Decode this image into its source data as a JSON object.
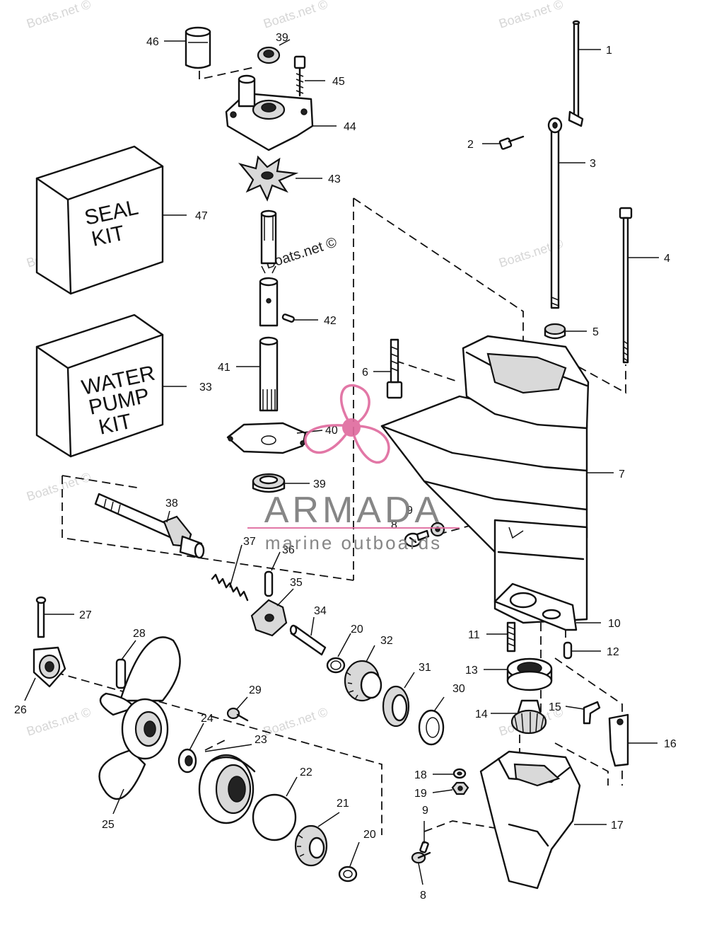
{
  "watermark_text": "Boats.net ©",
  "brand": {
    "name": "ARMADA",
    "tagline": "marine outboards",
    "logo_color": "#e06c9f",
    "text_color": "#7c7c7c"
  },
  "kits": {
    "seal": [
      "SEAL",
      "KIT"
    ],
    "water_pump": [
      "WATER",
      "PUMP",
      "KIT"
    ]
  },
  "callouts": {
    "c1": "1",
    "c2": "2",
    "c3": "3",
    "c4": "4",
    "c5": "5",
    "c6": "6",
    "c7": "7",
    "c8a": "8",
    "c8b": "8",
    "c9a": "9",
    "c9b": "9",
    "c10": "10",
    "c11": "11",
    "c12": "12",
    "c13": "13",
    "c14": "14",
    "c15": "15",
    "c16": "16",
    "c17": "17",
    "c18": "18",
    "c19": "19",
    "c20a": "20",
    "c20b": "20",
    "c21": "21",
    "c22": "22",
    "c23": "23",
    "c24": "24",
    "c25": "25",
    "c26": "26",
    "c27": "27",
    "c28": "28",
    "c29": "29",
    "c30": "30",
    "c31": "31",
    "c32": "32",
    "c33": "33",
    "c34": "34",
    "c35": "35",
    "c36": "36",
    "c37": "37",
    "c38": "38",
    "c39a": "39",
    "c39b": "39",
    "c40": "40",
    "c41": "41",
    "c42": "42",
    "c43": "43",
    "c44": "44",
    "c45": "45",
    "c46": "46",
    "c47": "47"
  }
}
